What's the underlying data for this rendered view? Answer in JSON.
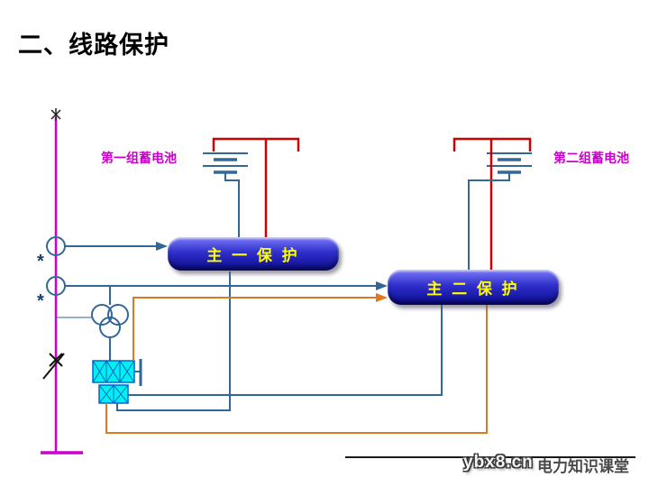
{
  "title": "二、线路保护",
  "diagram": {
    "battery1_label": "第一组蓄电池",
    "battery2_label": "第二组蓄电池",
    "protection_box1_label": "主 一 保 护",
    "protection_box2_label": "主 二 保 护",
    "ct1_polarity_mark": "*",
    "ct2_polarity_mark": "*"
  },
  "watermark": {
    "logo_text": "ybx8.cn",
    "site_text": "电力知识课堂"
  },
  "colors": {
    "bus_bar": "#cc00cc",
    "battery_label_text": "#cc00cc",
    "positive_wire": "#cc0000",
    "signal_wire": "#336699",
    "trip_wire": "#e07820",
    "protection_box_fill": "#2f2fcc",
    "protection_box_text": "#ffff00",
    "mechanism_fill": "#00f0f0"
  }
}
